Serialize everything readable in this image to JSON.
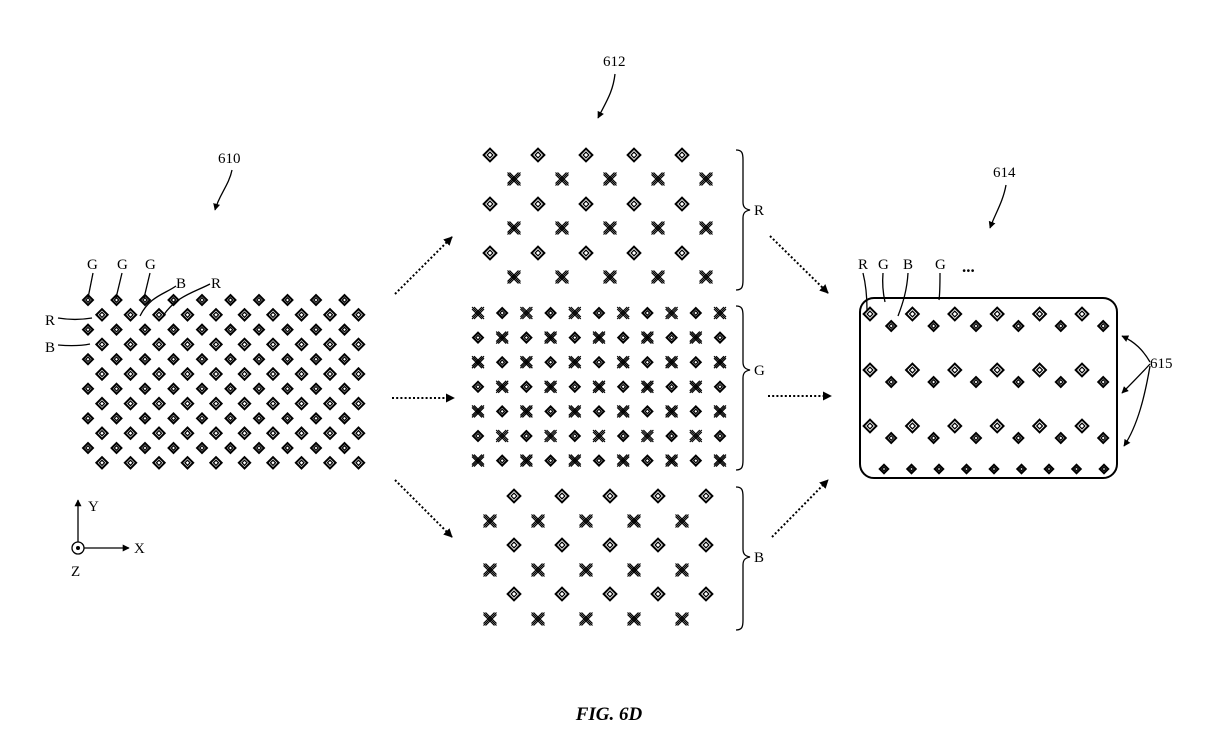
{
  "figure": {
    "caption": "FIG. 6D",
    "arrays": {
      "combined": {
        "ref": "610",
        "row_labels": [
          "R",
          "B"
        ],
        "column_labels": [
          "G",
          "G",
          "G",
          "B",
          "R"
        ]
      },
      "separated": {
        "ref": "612",
        "group_labels": [
          "R",
          "G",
          "B"
        ]
      },
      "display": {
        "ref": "614",
        "top_labels": [
          "R",
          "G",
          "B",
          "G"
        ],
        "ellipsis": "...",
        "rows_ref": "615"
      }
    },
    "axes": {
      "y": "Y",
      "x": "X",
      "z": "Z"
    }
  }
}
